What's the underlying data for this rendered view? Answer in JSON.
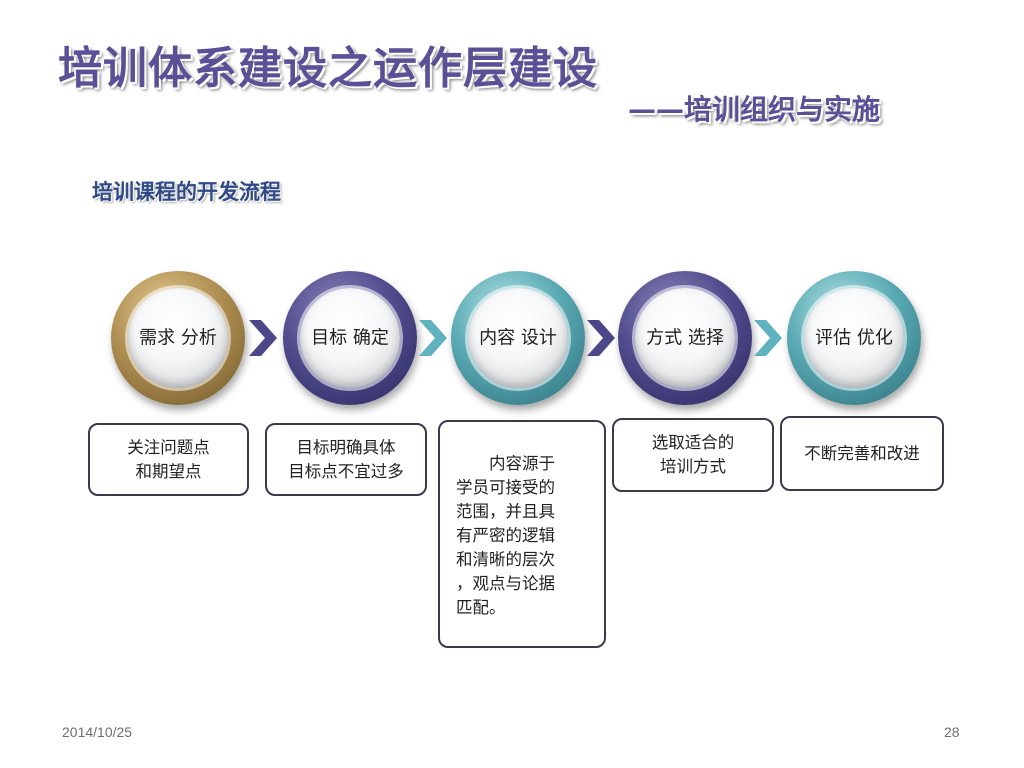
{
  "title": "培训体系建设之运作层建设",
  "subtitle": "——培训组织与实施",
  "section_title": "培训课程的开发流程",
  "steps": [
    {
      "line1": "需求",
      "line2": "分析",
      "color": "gold"
    },
    {
      "line1": "目标",
      "line2": "确定",
      "color": "purple"
    },
    {
      "line1": "内容",
      "line2": "设计",
      "color": "teal"
    },
    {
      "line1": "方式",
      "line2": "选择",
      "color": "purple"
    },
    {
      "line1": "评估",
      "line2": "优化",
      "color": "teal"
    }
  ],
  "descriptions": [
    {
      "lines": [
        "关注问题点",
        "和期望点"
      ]
    },
    {
      "lines": [
        "目标明确具体",
        "目标点不宜过多"
      ]
    },
    {
      "lines": [
        "　　内容源于",
        "学员可接受的",
        "范围，并且具",
        "有严密的逻辑",
        "和清晰的层次",
        "，观点与论据",
        "匹配。"
      ]
    },
    {
      "lines": [
        "选取适合的",
        "培训方式"
      ]
    },
    {
      "lines": [
        "不断完善和改进"
      ]
    }
  ],
  "colors": {
    "title": "#5b4f96",
    "section_title": "#2f4a86",
    "chevron_purple": "#4b4789",
    "chevron_teal": "#5fb2be"
  },
  "footer": {
    "date": "2014/10/25",
    "page": "28"
  }
}
